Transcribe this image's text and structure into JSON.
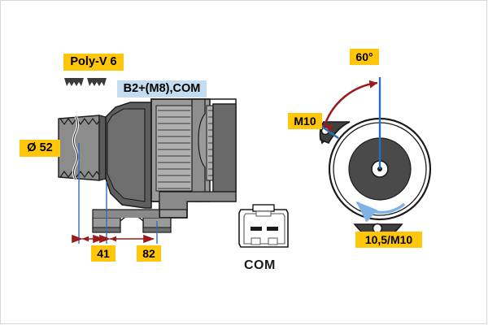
{
  "diagram": {
    "title": "Alternator technical drawing",
    "labels": {
      "pulley_type": "Poly-V 6",
      "terminal": "B2+(M8),COM",
      "pulley_diameter": "Ø 52",
      "dim_41": "41",
      "dim_82": "82",
      "angle_60": "60°",
      "bolt_m10": "M10",
      "mount_105_m10": "10,5/M10",
      "connector_name": "COM"
    },
    "icons": {
      "belt_profile": "poly-v-belt-profile-icon",
      "rotation": "counterclockwise-rotation-arrow-icon",
      "angle_arc": "double-headed-arc-arrow-icon"
    },
    "colors": {
      "label_yellow": "#FFC60B",
      "label_blue": "#C3DCEF",
      "dimension_red": "#9B1B1B",
      "centerline_blue": "#2E6DB4",
      "rotation_blue": "#7FB2E5",
      "body_gray": "#8C8C8C",
      "body_dark": "#4A4A4A",
      "body_light": "#B5B5B5",
      "frame_gray": "#D8D8D8"
    },
    "views": {
      "side_view": "alternator-side-view",
      "end_view": "alternator-end-view",
      "connector_view": "com-connector-front-view"
    }
  }
}
